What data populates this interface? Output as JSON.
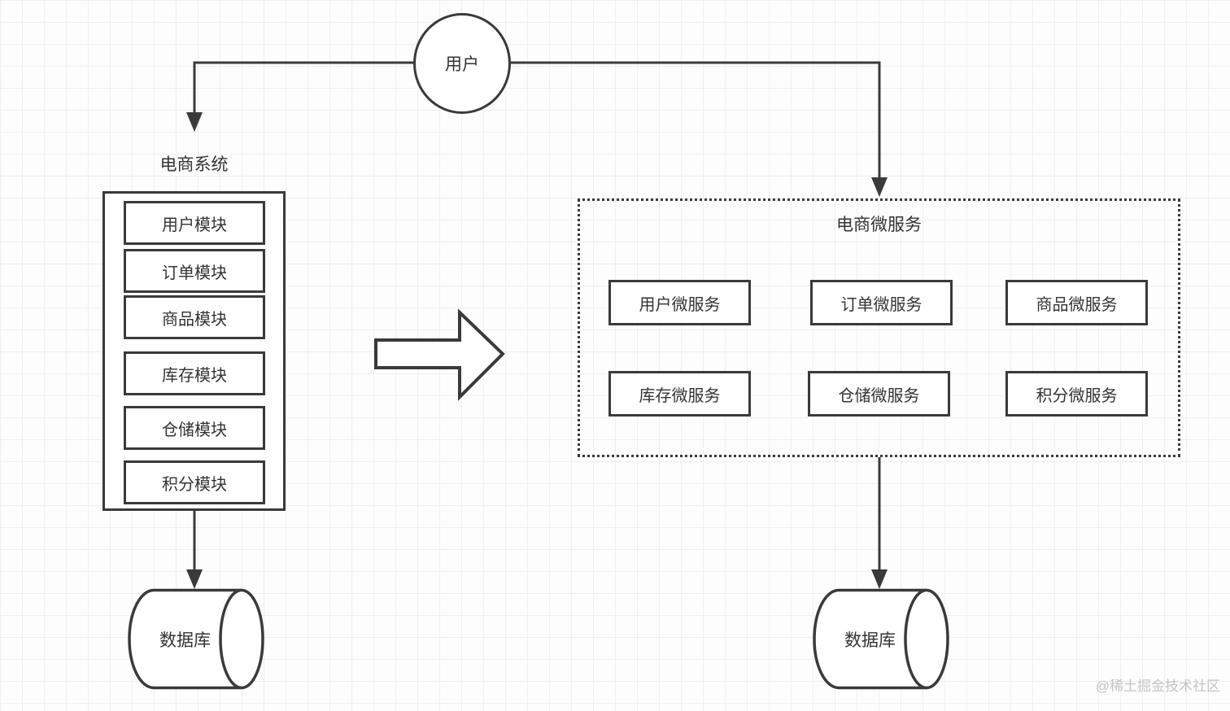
{
  "canvas": {
    "background": "#fdfdfd",
    "grid_color": "#efefef",
    "stroke_color": "#3a3a3a",
    "text_color": "#333333",
    "watermark_color": "#c4c4c7"
  },
  "user_node": {
    "label": "用户"
  },
  "monolith": {
    "title": "电商系统",
    "modules": [
      "用户模块",
      "订单模块",
      "商品模块",
      "库存模块",
      "仓储模块",
      "积分模块"
    ],
    "database_label": "数据库"
  },
  "microservices": {
    "title": "电商微服务",
    "services": [
      "用户微服务",
      "订单微服务",
      "商品微服务",
      "库存微服务",
      "仓储微服务",
      "积分微服务"
    ],
    "database_label": "数据库"
  },
  "watermark": "@稀土掘金技术社区"
}
